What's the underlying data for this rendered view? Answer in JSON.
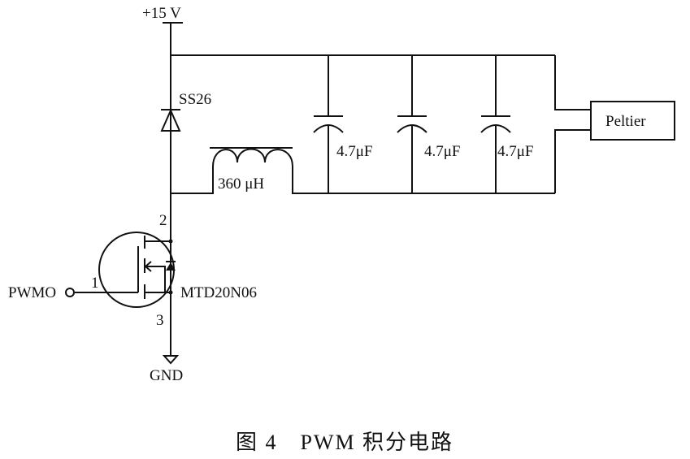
{
  "supply_label": "+15 V",
  "ground_label": "GND",
  "input_label": "PWMO",
  "diode": {
    "part": "SS26"
  },
  "inductor": {
    "value": "360 μH"
  },
  "capacitors": [
    {
      "value": "4.7μF"
    },
    {
      "value": "4.7μF"
    },
    {
      "value": "4.7μF"
    }
  ],
  "load": {
    "label": "Peltier"
  },
  "mosfet": {
    "part": "MTD20N06",
    "pins": {
      "gate": "1",
      "drain": "2",
      "source": "3"
    }
  },
  "caption": "图 4　PWM 积分电路"
}
